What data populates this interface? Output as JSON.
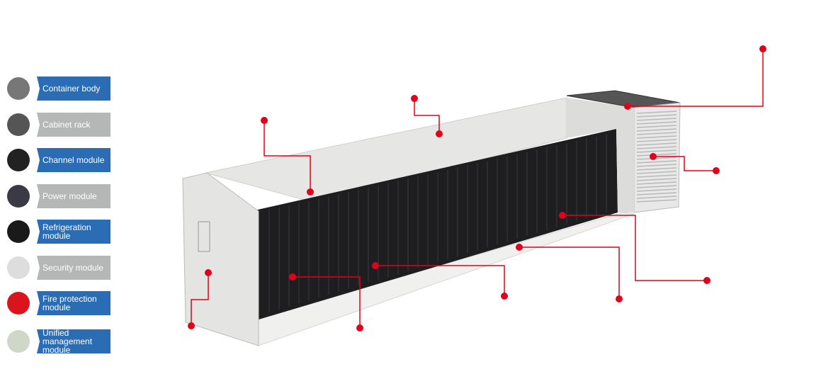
{
  "legend": [
    {
      "label": "Container body",
      "style": "blue",
      "icon": "container-body-thumbnail",
      "color": "#777"
    },
    {
      "label": "Cabinet rack",
      "style": "gray",
      "icon": "cabinet-rack-thumbnail",
      "color": "#555"
    },
    {
      "label": "Channel module",
      "style": "blue",
      "icon": "channel-module-thumbnail",
      "color": "#222"
    },
    {
      "label": "Power module",
      "style": "gray",
      "icon": "power-module-thumbnail",
      "color": "#3a3a44"
    },
    {
      "label": "Refrigeration module",
      "style": "blue",
      "icon": "refrigeration-module-thumbnail",
      "color": "#1a1a1a"
    },
    {
      "label": "Security module",
      "style": "gray",
      "icon": "security-camera-thumbnail",
      "color": "#ddd"
    },
    {
      "label": "Fire protection module",
      "style": "blue",
      "icon": "fire-protection-thumbnail",
      "color": "#d9141c"
    },
    {
      "label": "Unified management module",
      "style": "blue",
      "icon": "management-thumbnail",
      "color": "#cfd8c8"
    }
  ],
  "colors": {
    "accent": "#e2001a",
    "blue": "#2a6db5",
    "gray": "#b5b6b6"
  }
}
